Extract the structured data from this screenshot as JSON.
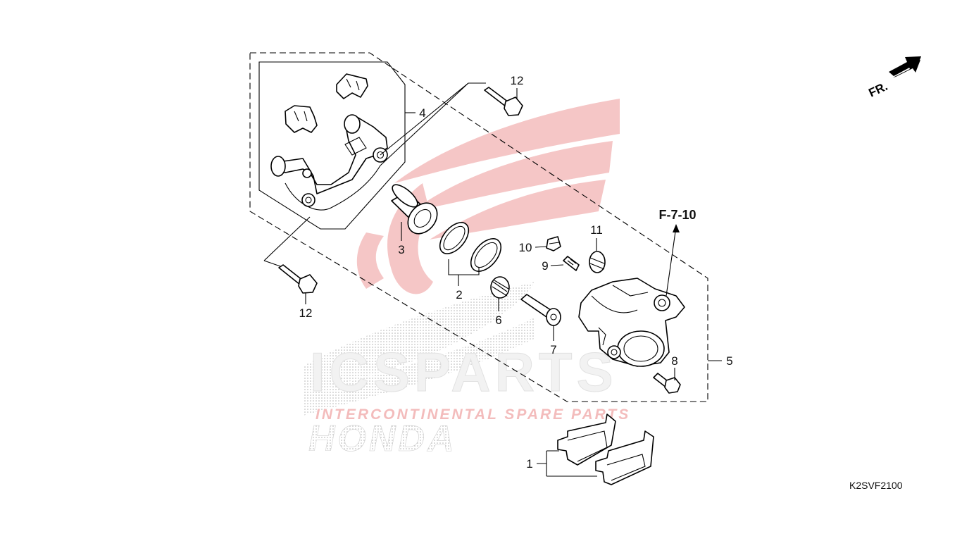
{
  "diagram": {
    "code": "K2SVF2100",
    "reference": "F-7-10",
    "direction_label": "FR.",
    "part_numbers": [
      "1",
      "2",
      "3",
      "4",
      "5",
      "6",
      "7",
      "8",
      "9",
      "10",
      "11",
      "12",
      "12"
    ]
  },
  "watermark": {
    "brand": "ICSPARTS",
    "tagline": "INTERCONTINENTAL SPARE PARTS",
    "make": "HONDA",
    "colors": {
      "wing": "#f2b3b3",
      "text_red": "#f0a6a6",
      "text_grey": "#c9c9c9"
    }
  }
}
